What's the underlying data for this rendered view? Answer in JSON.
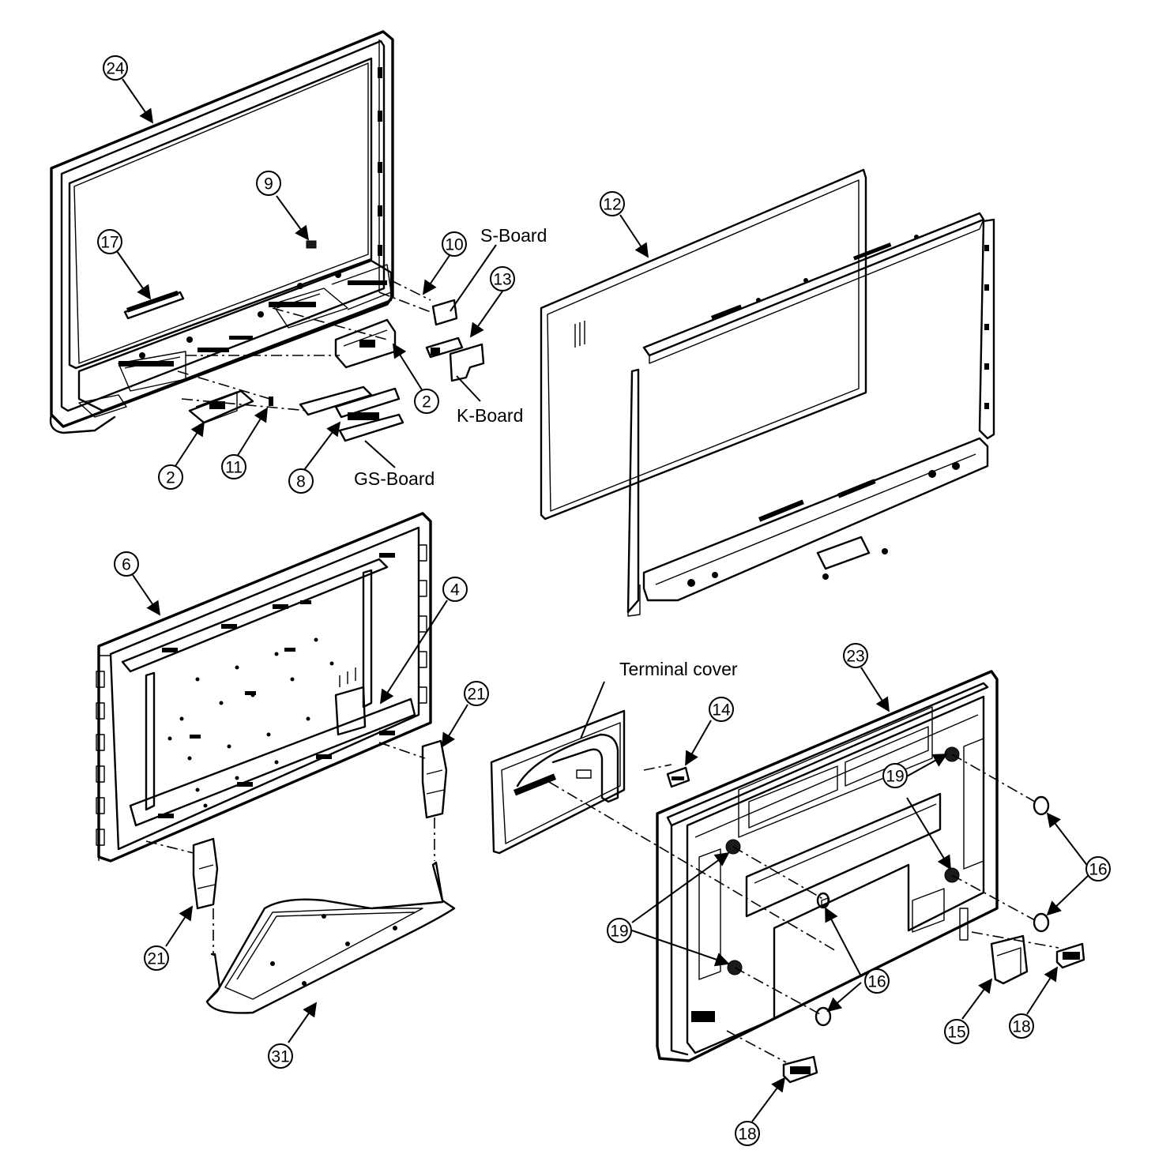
{
  "labels": {
    "s_board": "S-Board",
    "k_board": "K-Board",
    "gs_board": "GS-Board",
    "terminal_cover": "Terminal cover"
  },
  "callouts": [
    "24",
    "9",
    "17",
    "10",
    "13",
    "2",
    "2",
    "11",
    "8",
    "12",
    "6",
    "4",
    "21",
    "21",
    "31",
    "14",
    "23",
    "19",
    "19",
    "16",
    "16",
    "15",
    "18",
    "18"
  ]
}
